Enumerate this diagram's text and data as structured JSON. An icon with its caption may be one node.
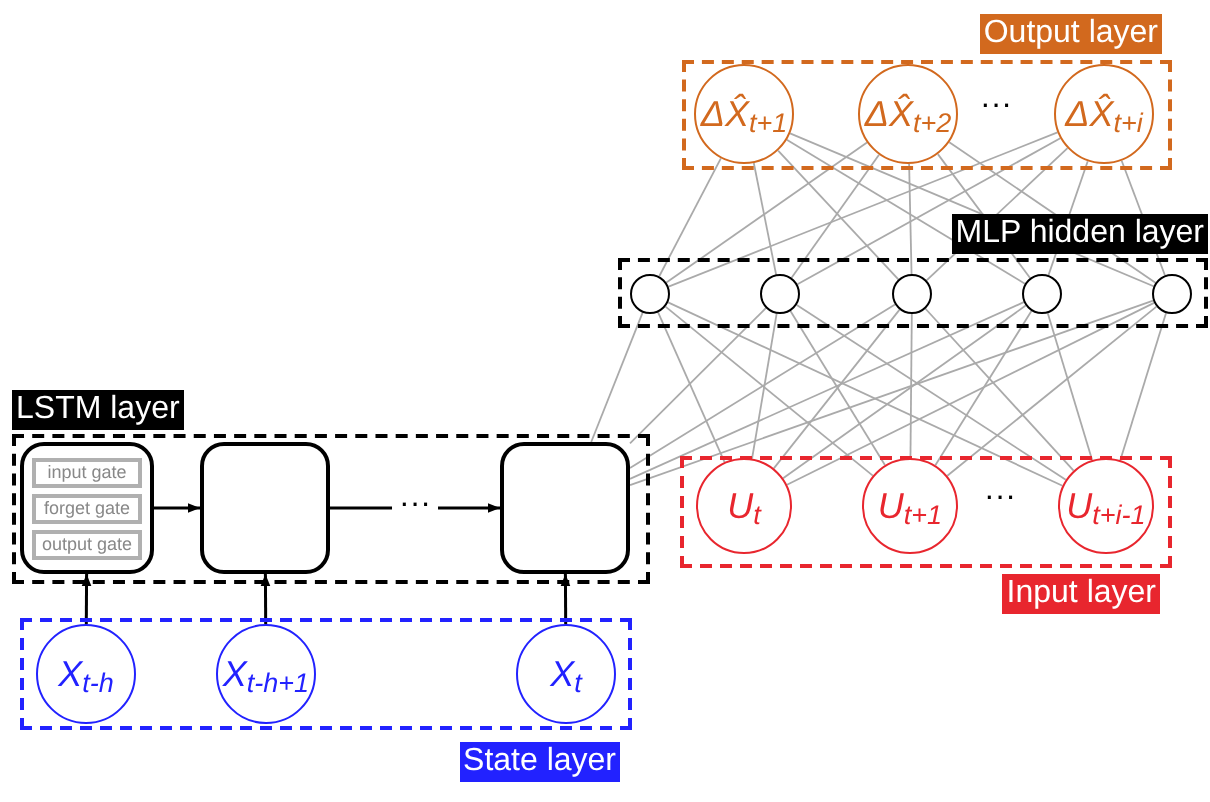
{
  "diagram": {
    "nodes": [
      {
        "text": [
          "Output layer"
        ]
      },
      {
        "text": [
          "ΔX̂$_{t+1}$"
        ],
        "in": 0
      },
      {
        "text": [
          "ΔX̂$_{t+2}$"
        ],
        "in": 0
      },
      {
        "text": [
          "ΔX̂$_{t+i}$"
        ],
        "in": 0
      },
      {
        "text": [
          "MLP hidden layer"
        ]
      },
      {
        "text": [],
        "shape": "circle",
        "in": 4
      },
      {
        "text": [],
        "shape": "circle",
        "in": 4
      },
      {
        "text": [],
        "shape": "circle",
        "in": 4
      },
      {
        "text": [],
        "shape": "circle",
        "in": 4
      },
      {
        "text": [],
        "shape": "circle",
        "in": 4
      },
      {
        "text": [
          "LSTM layer"
        ]
      },
      {
        "text": [],
        "shape": "box",
        "in": 10
      },
      {
        "text": [
          "input gate"
        ],
        "in": 11
      },
      {
        "text": [
          "forget gate"
        ],
        "in": 11
      },
      {
        "text": [
          "output gate"
        ],
        "in": 11
      },
      {
        "text": [],
        "shape": "box",
        "in": 10
      },
      {
        "text": [],
        "shape": "box",
        "in": 10
      },
      {
        "text": [
          "Input layer"
        ]
      },
      {
        "text": [
          "U$_{t}$"
        ],
        "in": 17
      },
      {
        "text": [
          "U$_{t+1}$"
        ],
        "in": 17
      },
      {
        "text": [
          "U$_{t+i-1}$"
        ],
        "in": 17
      },
      {
        "text": [
          "State layer"
        ]
      },
      {
        "text": [
          "X$_{t-h}$"
        ],
        "in": 21
      },
      {
        "text": [
          "X$_{t-h+1}$"
        ],
        "in": 21
      },
      {
        "text": [
          "X$_{t}$"
        ],
        "in": 21
      }
    ],
    "edges": [
      {
        "from": 22,
        "to": 11,
        "arrow": "to",
        "color": "#000000"
      },
      {
        "from": 23,
        "to": 15,
        "arrow": "to",
        "color": "#000000"
      },
      {
        "from": 24,
        "to": 16,
        "arrow": "to",
        "color": "#000000"
      },
      {
        "from": 11,
        "to": 15,
        "arrow": "to",
        "color": "#000000"
      },
      {
        "from": 15,
        "to": 16,
        "arrow": "to",
        "color": "#000000",
        "label": "···"
      },
      {
        "from": 16,
        "to": 5,
        "arrow": "none"
      },
      {
        "from": 16,
        "to": 6,
        "arrow": "none"
      },
      {
        "from": 16,
        "to": 7,
        "arrow": "none"
      },
      {
        "from": 16,
        "to": 8,
        "arrow": "none"
      },
      {
        "from": 16,
        "to": 9,
        "arrow": "none"
      },
      {
        "from": 18,
        "to": 5,
        "arrow": "none"
      },
      {
        "from": 18,
        "to": 6,
        "arrow": "none"
      },
      {
        "from": 18,
        "to": 7,
        "arrow": "none"
      },
      {
        "from": 18,
        "to": 8,
        "arrow": "none"
      },
      {
        "from": 18,
        "to": 9,
        "arrow": "none"
      },
      {
        "from": 19,
        "to": 5,
        "arrow": "none"
      },
      {
        "from": 19,
        "to": 6,
        "arrow": "none"
      },
      {
        "from": 19,
        "to": 7,
        "arrow": "none"
      },
      {
        "from": 19,
        "to": 8,
        "arrow": "none"
      },
      {
        "from": 19,
        "to": 9,
        "arrow": "none"
      },
      {
        "from": 20,
        "to": 5,
        "arrow": "none"
      },
      {
        "from": 20,
        "to": 6,
        "arrow": "none"
      },
      {
        "from": 20,
        "to": 7,
        "arrow": "none"
      },
      {
        "from": 20,
        "to": 8,
        "arrow": "none"
      },
      {
        "from": 20,
        "to": 9,
        "arrow": "none"
      },
      {
        "from": 5,
        "to": 1,
        "arrow": "none"
      },
      {
        "from": 5,
        "to": 2,
        "arrow": "none"
      },
      {
        "from": 5,
        "to": 3,
        "arrow": "none"
      },
      {
        "from": 6,
        "to": 1,
        "arrow": "none"
      },
      {
        "from": 6,
        "to": 2,
        "arrow": "none"
      },
      {
        "from": 6,
        "to": 3,
        "arrow": "none"
      },
      {
        "from": 7,
        "to": 1,
        "arrow": "none"
      },
      {
        "from": 7,
        "to": 2,
        "arrow": "none"
      },
      {
        "from": 7,
        "to": 3,
        "arrow": "none"
      },
      {
        "from": 8,
        "to": 1,
        "arrow": "none"
      },
      {
        "from": 8,
        "to": 2,
        "arrow": "none"
      },
      {
        "from": 8,
        "to": 3,
        "arrow": "none"
      },
      {
        "from": 9,
        "to": 1,
        "arrow": "none"
      },
      {
        "from": 9,
        "to": 2,
        "arrow": "none"
      },
      {
        "from": 9,
        "to": 3,
        "arrow": "none"
      }
    ],
    "labels": [
      "···",
      "···"
    ]
  }
}
